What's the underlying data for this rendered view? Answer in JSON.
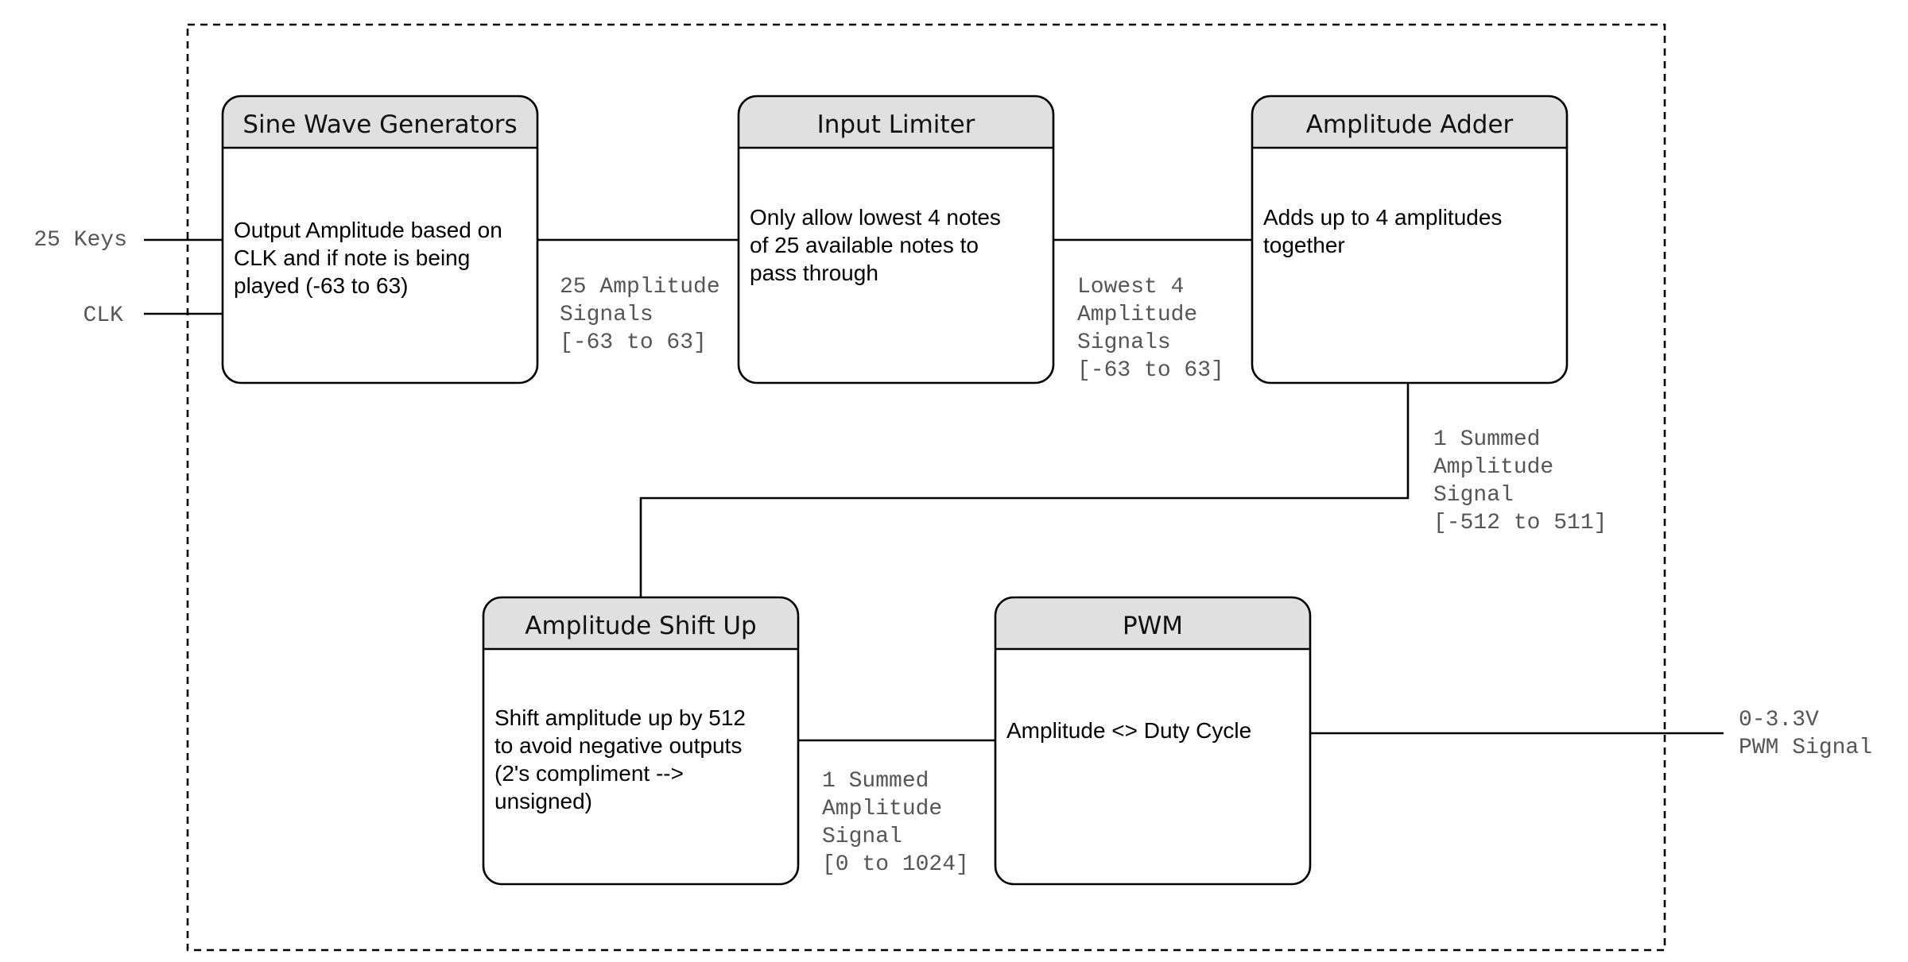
{
  "colors": {
    "header_fill": "#e0e0e0",
    "line": "#000000",
    "label_text": "#555555",
    "background": "#ffffff"
  },
  "inputs": {
    "keys": "25 Keys",
    "clk": "CLK"
  },
  "output": {
    "lines": [
      "0-3.3V",
      "PWM Signal"
    ]
  },
  "blocks": {
    "sine_wave_generators": {
      "title": "Sine Wave Generators",
      "body": [
        "Output Amplitude based on",
        "CLK and if note is being",
        "played (-63 to 63)"
      ]
    },
    "input_limiter": {
      "title": "Input Limiter",
      "body": [
        "Only allow lowest 4 notes",
        "of 25 available notes to",
        "pass through"
      ]
    },
    "amplitude_adder": {
      "title": "Amplitude Adder",
      "body": [
        "Adds up to 4 amplitudes",
        "together"
      ]
    },
    "amplitude_shift_up": {
      "title": "Amplitude Shift Up",
      "body": [
        "Shift amplitude up by 512",
        "to avoid negative outputs",
        "(2's compliment -->",
        "unsigned)"
      ]
    },
    "pwm": {
      "title": "PWM",
      "body": [
        "Amplitude <> Duty Cycle"
      ]
    }
  },
  "signals": {
    "sine_to_limiter": [
      "25 Amplitude",
      "Signals",
      "[-63 to 63]"
    ],
    "limiter_to_adder": [
      "Lowest 4",
      "Amplitude",
      "Signals",
      "[-63 to 63]"
    ],
    "adder_to_shift": [
      "1 Summed",
      "Amplitude",
      "Signal",
      "[-512 to 511]"
    ],
    "shift_to_pwm": [
      "1 Summed",
      "Amplitude",
      "Signal",
      "[0 to 1024]"
    ]
  }
}
